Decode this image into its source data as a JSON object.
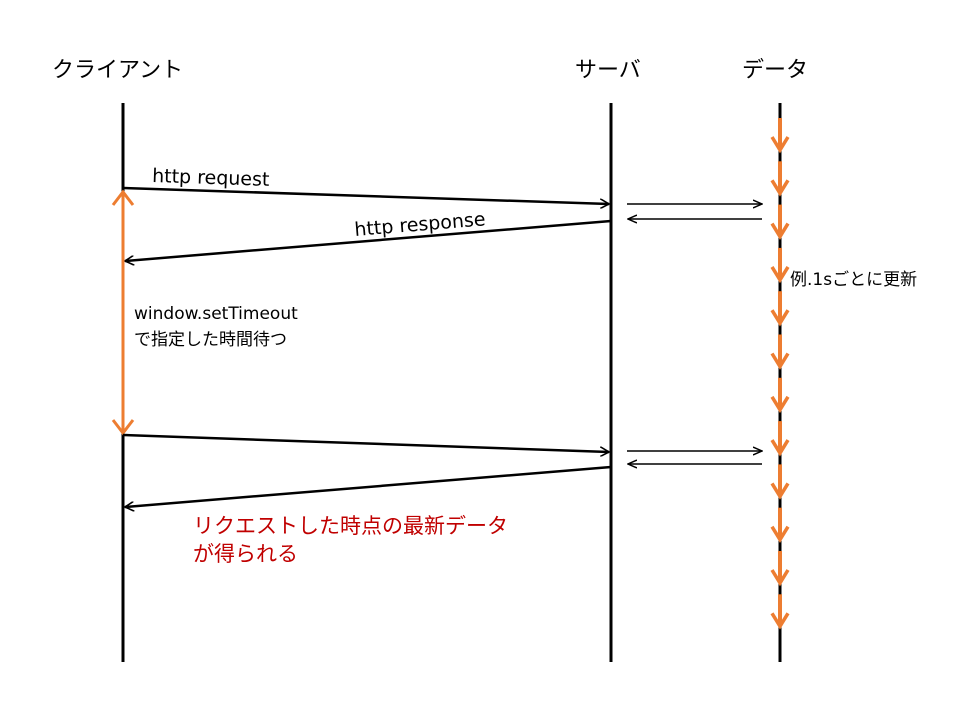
{
  "lifelines": {
    "client": "クライアント",
    "server": "サーバ",
    "data": "データ"
  },
  "messages": {
    "request": "http request",
    "response": "http response"
  },
  "notes": {
    "wait_line1": "window.setTimeout",
    "wait_line2": "で指定した時間待つ",
    "update": "例.1sごとに更新",
    "result_line1": "リクエストした時点の最新データ",
    "result_line2": "が得られる"
  },
  "colors": {
    "accent": "#ED7D31",
    "highlight_text": "#C00000",
    "line": "#000000"
  },
  "data_update_count": 12
}
